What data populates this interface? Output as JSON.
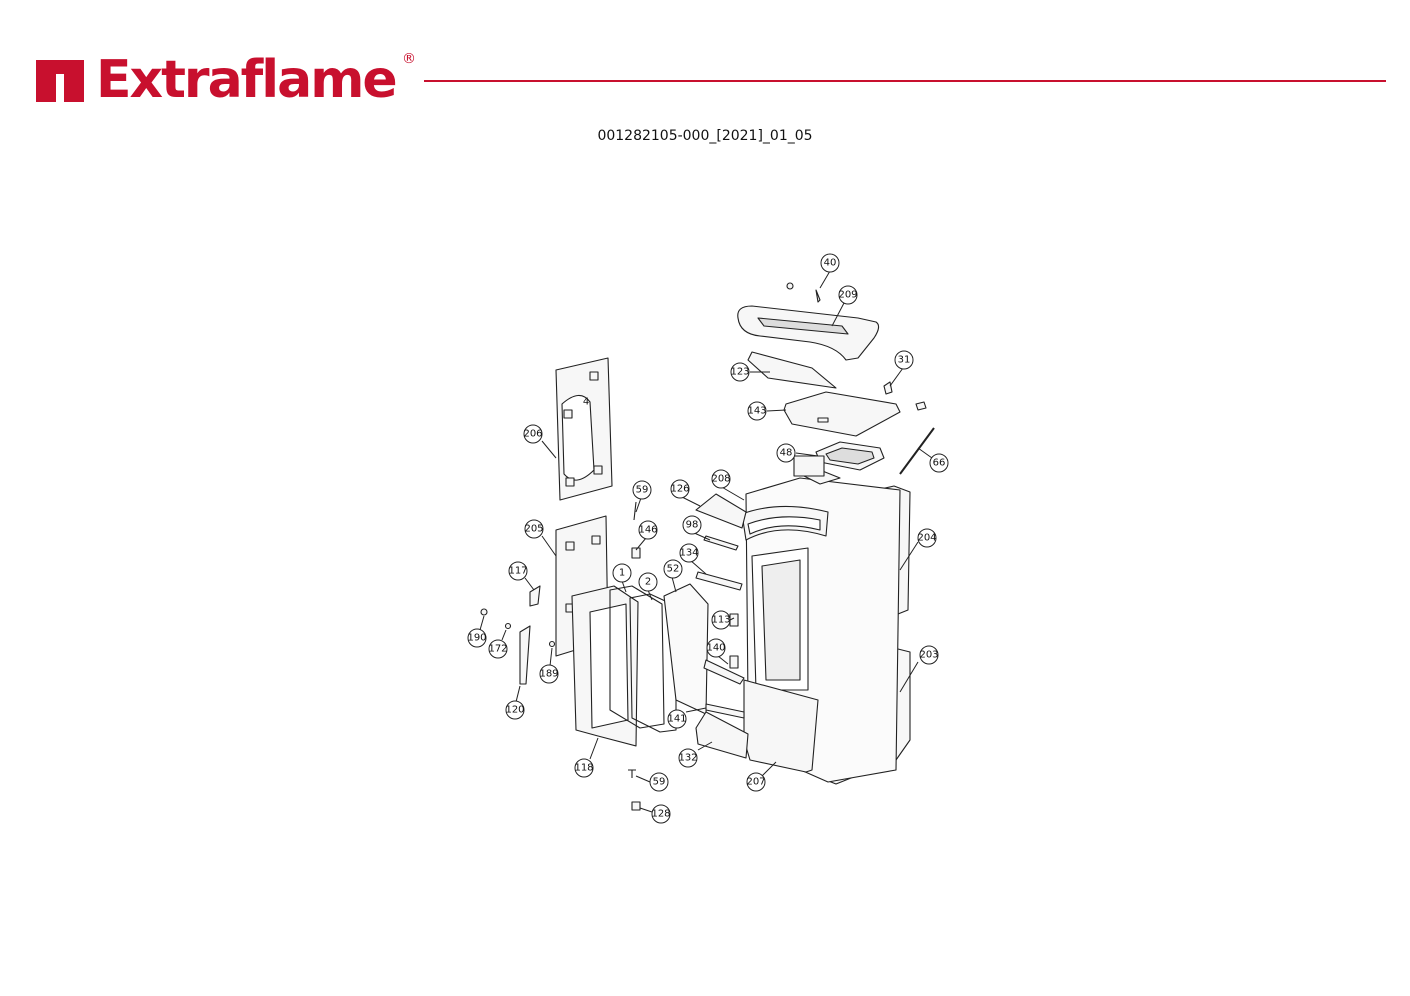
{
  "brand": {
    "name": "Extraflame",
    "registered_mark": "®",
    "color": "#c8102e"
  },
  "document": {
    "code": "001282105-000_[2021]_01_05"
  },
  "diagram": {
    "part_labels": [
      "40",
      "209",
      "31",
      "123",
      "143",
      "48",
      "66",
      "206",
      "4",
      "208",
      "126",
      "59",
      "146",
      "98",
      "204",
      "205",
      "134",
      "117",
      "52",
      "1",
      "2",
      "113",
      "190",
      "172",
      "140",
      "203",
      "189",
      "120",
      "141",
      "118",
      "132",
      "59",
      "207",
      "128"
    ]
  }
}
